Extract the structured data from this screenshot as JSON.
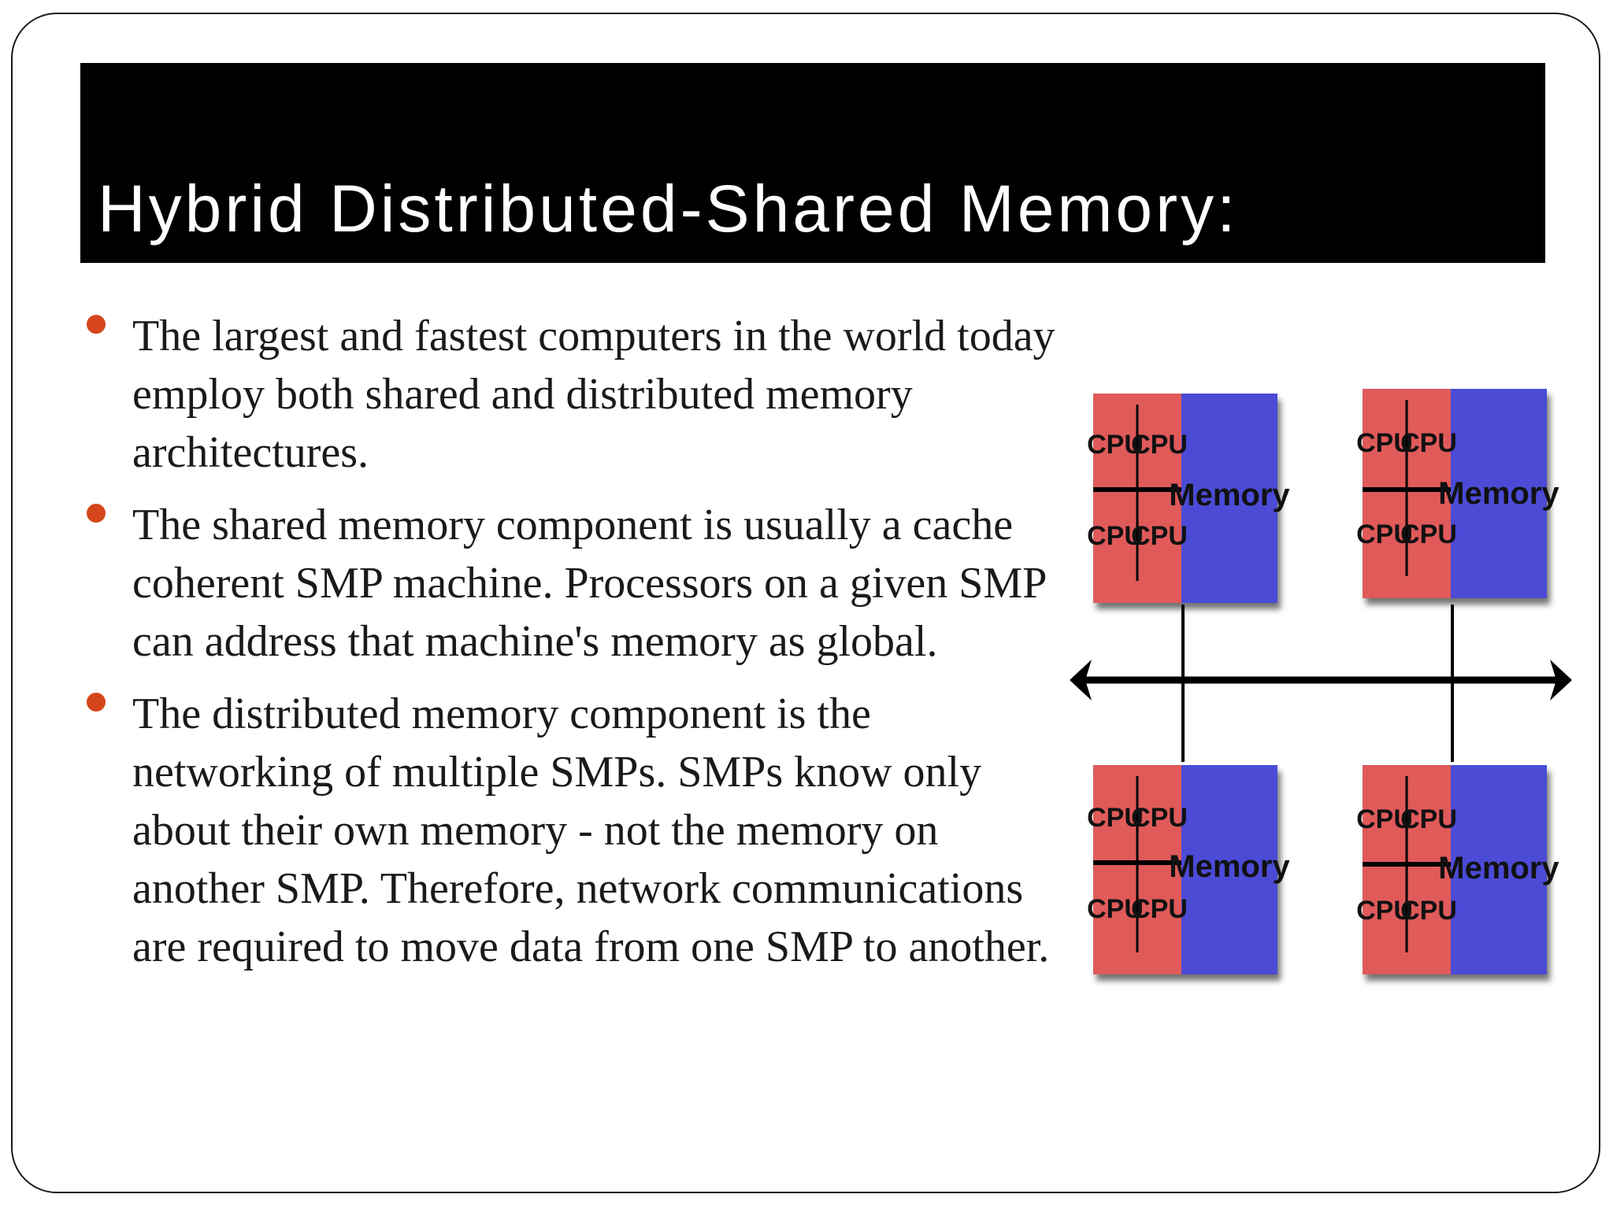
{
  "title": "Hybrid Distributed-Shared Memory:",
  "bullets": [
    "The largest and fastest computers in the world today employ both shared and distributed memory architectures.",
    "The shared memory component is usually a cache coherent SMP machine. Processors on a given SMP can address that machine's memory as global.",
    "The distributed memory component is the networking of multiple SMPs. SMPs know only about their own memory - not the memory on another SMP. Therefore, network communications are required to move data from one SMP to another."
  ],
  "diagram": {
    "cpu_label": "CPU",
    "memory_label": "Memory",
    "colors": {
      "cpu": "#e05a5a",
      "memory": "#4b4bd6",
      "line": "#000000"
    }
  }
}
